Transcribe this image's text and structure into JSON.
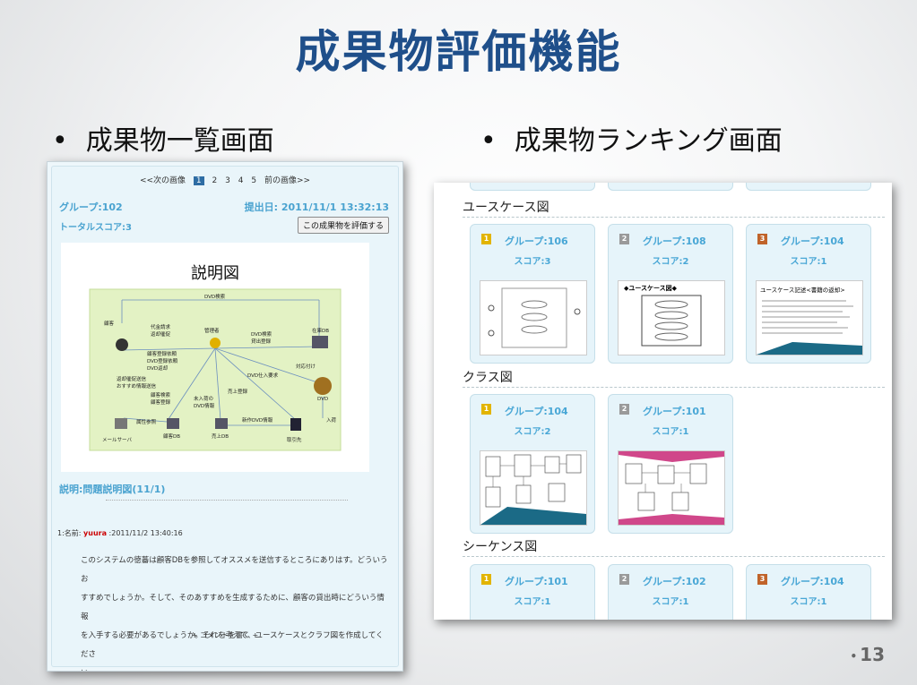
{
  "slide": {
    "title": "成果物評価機能",
    "left_bullet": "成果物一覧画面",
    "right_bullet": "成果物ランキング画面",
    "bullet_char": "•",
    "page_number": "13"
  },
  "list_screen": {
    "pager": {
      "prev": "<<次の画像",
      "pages": [
        "1",
        "2",
        "3",
        "4",
        "5"
      ],
      "current": "1",
      "next": "前の画像>>"
    },
    "group": "グループ:102",
    "submitted": "提出日: 2011/11/1 13:32:13",
    "total_score": "トータルスコア:3",
    "evaluate_button": "この成果物を評価する",
    "figure": {
      "title": "説明図",
      "top_label": "DVD検索",
      "labels": [
        "顧客",
        "代金請求",
        "返却催促",
        "管理者",
        "DVD検索",
        "貸出登録",
        "在庫DB",
        "顧客登録依頼",
        "DVD登録依頼",
        "DVD返却",
        "DVD仕入要求",
        "対応付け",
        "返却催促送信",
        "おすすめ情報送信",
        "顧客検索",
        "顧客登録",
        "未入荷の",
        "DVD情報",
        "売上登録",
        "DVD",
        "属性参照",
        "新作DVD情報",
        "入荷",
        "メールサーバ",
        "顧客DB",
        "売上DB",
        "取引先"
      ]
    },
    "explanation": "説明:問題説明図(11/1)",
    "comment": {
      "prefix": "1:名前:",
      "name": "yuura",
      "date": ":2011/11/2 13:40:16",
      "lines": [
        "このシステムの徳蕃は顧客DBを参照してオススメを送信するところにありはす。どういうお",
        "すすめでしょうか。そして、そのあすすめを生成するために、顧客の貸出時にどういう情報",
        "を入手する必要があるでしょうか。それを考えて、ユースケースとクラフ図を作成してくださ",
        "い。"
      ],
      "write_link": "+ コメントを書く +"
    }
  },
  "ranking_screen": {
    "sections": [
      {
        "title": "ユースケース図",
        "cards": [
          {
            "rank": "1",
            "group": "グループ:106",
            "score": "スコア:3"
          },
          {
            "rank": "2",
            "group": "グループ:108",
            "score": "スコア:2",
            "thumb_title": "◆ユースケース図◆"
          },
          {
            "rank": "3",
            "group": "グループ:104",
            "score": "スコア:1",
            "thumb_title": "ユースケース記述<書籍の返却>"
          }
        ]
      },
      {
        "title": "クラス図",
        "cards": [
          {
            "rank": "1",
            "group": "グループ:104",
            "score": "スコア:2"
          },
          {
            "rank": "2",
            "group": "グループ:101",
            "score": "スコア:1"
          }
        ]
      },
      {
        "title": "シーケンス図",
        "cards": [
          {
            "rank": "1",
            "group": "グループ:101",
            "score": "スコア:1"
          },
          {
            "rank": "2",
            "group": "グループ:102",
            "score": "スコア:1"
          },
          {
            "rank": "3",
            "group": "グループ:104",
            "score": "スコア:1"
          }
        ]
      }
    ],
    "medal_colors": {
      "gold": "#e2b400",
      "silver": "#9a9a9a",
      "bronze": "#c0632a"
    }
  }
}
